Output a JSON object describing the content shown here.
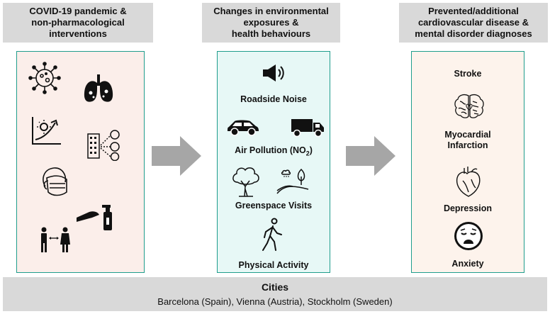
{
  "columns": [
    {
      "header_line1": "COVID-19 pandemic &",
      "header_line2": "non-pharmacological",
      "header_line3": "interventions"
    },
    {
      "header_line1": "Changes in environmental",
      "header_line2": "exposures &",
      "header_line3": "health behaviours"
    },
    {
      "header_line1": "Prevented/additional",
      "header_line2": "cardiovascular disease &",
      "header_line3": "mental disorder diagnoses"
    }
  ],
  "exposures": {
    "noise": "Roadside Noise",
    "air_pollution": "Air Pollution (NO",
    "air_pollution_sub": "2",
    "air_pollution_close": ")",
    "greenspace": "Greenspace Visits",
    "activity": "Physical Activity"
  },
  "outcomes": {
    "stroke": "Stroke",
    "mi_line1": "Myocardial",
    "mi_line2": "Infarction",
    "depression": "Depression",
    "anxiety": "Anxiety"
  },
  "footer": {
    "title": "Cities",
    "cities": "Barcelona (Spain), Vienna (Austria), Stockholm (Sweden)"
  },
  "colors": {
    "panel_border": "#1f9d8c",
    "header_bg": "#d9d9d9",
    "arrow": "#a6a6a6"
  },
  "icons": [
    "virus-icon",
    "lungs-icon",
    "rising-chart-icon",
    "building-people-icon",
    "face-mask-icon",
    "hand-sanitizer-icon",
    "social-distance-icon",
    "speaker-icon",
    "car-icon",
    "truck-icon",
    "tree-icon",
    "park-landscape-icon",
    "walking-person-icon",
    "brain-heart-icon",
    "heart-icon",
    "sad-brain-icon",
    "anxious-face-icon"
  ]
}
